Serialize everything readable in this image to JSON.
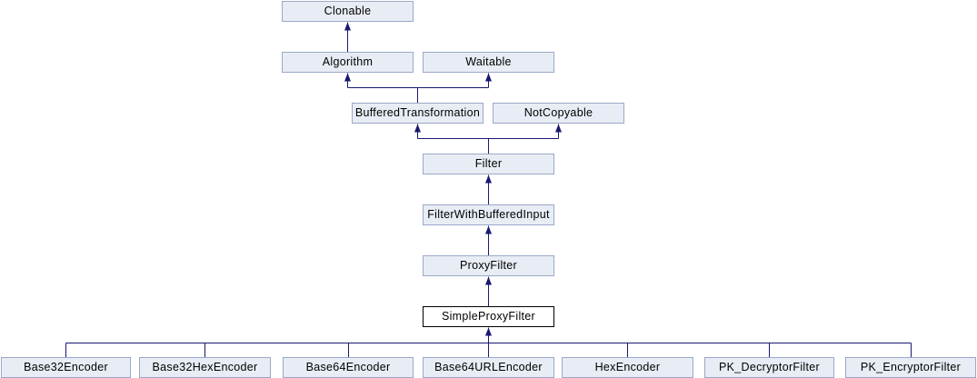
{
  "nodes": [
    {
      "id": "clonable",
      "label": "Clonable"
    },
    {
      "id": "algorithm",
      "label": "Algorithm"
    },
    {
      "id": "waitable",
      "label": "Waitable"
    },
    {
      "id": "buffered-transformation",
      "label": "BufferedTransformation"
    },
    {
      "id": "not-copyable",
      "label": "NotCopyable"
    },
    {
      "id": "filter",
      "label": "Filter"
    },
    {
      "id": "filter-with-buffered-input",
      "label": "FilterWithBufferedInput"
    },
    {
      "id": "proxy-filter",
      "label": "ProxyFilter"
    },
    {
      "id": "simple-proxy-filter",
      "label": "SimpleProxyFilter",
      "highlighted": true
    },
    {
      "id": "base32-encoder",
      "label": "Base32Encoder"
    },
    {
      "id": "base32-hex-encoder",
      "label": "Base32HexEncoder"
    },
    {
      "id": "base64-encoder",
      "label": "Base64Encoder"
    },
    {
      "id": "base64-url-encoder",
      "label": "Base64URLEncoder"
    },
    {
      "id": "hex-encoder",
      "label": "HexEncoder"
    },
    {
      "id": "pk-decryptor-filter",
      "label": "PK_DecryptorFilter"
    },
    {
      "id": "pk-encryptor-filter",
      "label": "PK_EncryptorFilter"
    }
  ],
  "edges": [
    {
      "from": "Algorithm",
      "to": "Clonable"
    },
    {
      "from": "BufferedTransformation",
      "to": "Algorithm"
    },
    {
      "from": "BufferedTransformation",
      "to": "Waitable"
    },
    {
      "from": "Filter",
      "to": "BufferedTransformation"
    },
    {
      "from": "Filter",
      "to": "NotCopyable"
    },
    {
      "from": "FilterWithBufferedInput",
      "to": "Filter"
    },
    {
      "from": "ProxyFilter",
      "to": "FilterWithBufferedInput"
    },
    {
      "from": "SimpleProxyFilter",
      "to": "ProxyFilter"
    },
    {
      "from": "Base32Encoder",
      "to": "SimpleProxyFilter"
    },
    {
      "from": "Base32HexEncoder",
      "to": "SimpleProxyFilter"
    },
    {
      "from": "Base64Encoder",
      "to": "SimpleProxyFilter"
    },
    {
      "from": "Base64URLEncoder",
      "to": "SimpleProxyFilter"
    },
    {
      "from": "HexEncoder",
      "to": "SimpleProxyFilter"
    },
    {
      "from": "PK_DecryptorFilter",
      "to": "SimpleProxyFilter"
    },
    {
      "from": "PK_EncryptorFilter",
      "to": "SimpleProxyFilter"
    }
  ],
  "colors": {
    "edge": "#191970",
    "node_fill": "#E8EDF5",
    "node_border": "#9BA7C7",
    "current_node_fill": "#FFFFFF",
    "current_node_border": "#000000",
    "text": "#000000"
  }
}
